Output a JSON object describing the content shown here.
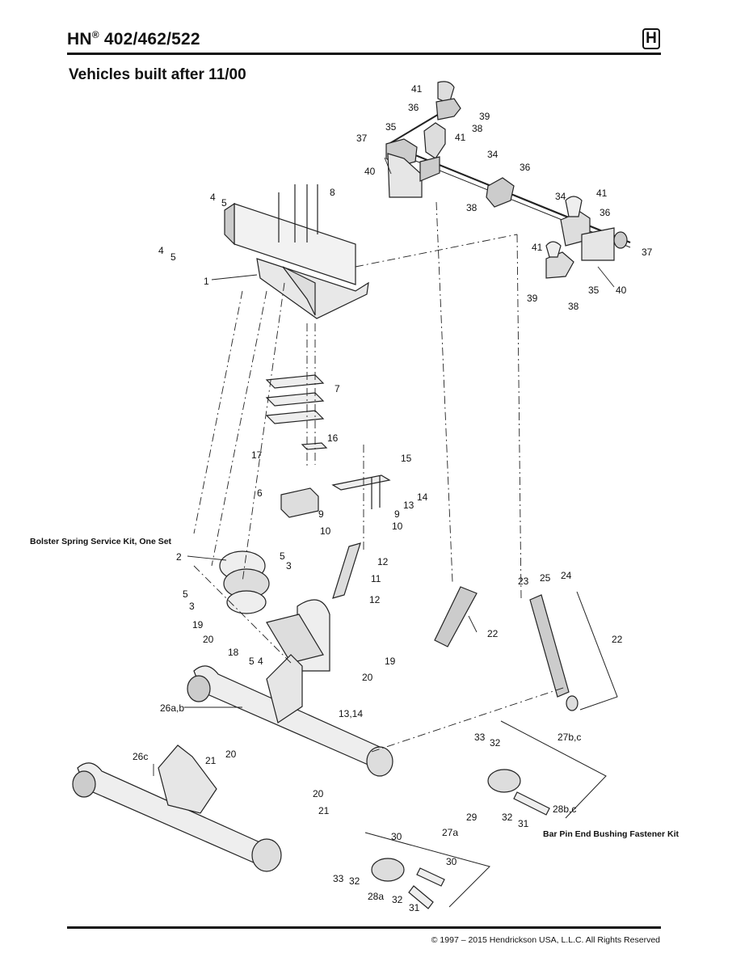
{
  "header": {
    "title": "HN",
    "title_sup": "®",
    "title_rest": " 402/462/522",
    "logo_letter": "H"
  },
  "subtitle": "Vehicles built after 11/00",
  "kits": {
    "bolster": "Bolster Spring Service Kit, One Set",
    "barpin": "Bar Pin End Bushing Fastener Kit"
  },
  "footer": {
    "copyright": "© 1997 – 2015 Hendrickson USA, L.L.C. All Rights Reserved"
  },
  "callouts": {
    "c41a": "41",
    "c36a": "36",
    "c39a": "39",
    "c38a": "38",
    "c35a": "35",
    "c41b": "41",
    "c37a": "37",
    "c34a": "34",
    "c40a": "40",
    "c36b": "36",
    "c34b": "34",
    "c41c": "41",
    "c38b": "38",
    "c36c": "36",
    "c37b": "37",
    "c41d": "41",
    "c39b": "39",
    "c38c": "38",
    "c35b": "35",
    "c40b": "40",
    "c4a": "4",
    "c5a": "5",
    "c8": "8",
    "c4b": "4",
    "c5b": "5",
    "c1": "1",
    "c7": "7",
    "c16": "16",
    "c17": "17",
    "c15": "15",
    "c6": "6",
    "c13a": "13",
    "c14a": "14",
    "c9a": "9",
    "c10a": "10",
    "c9b": "9",
    "c10b": "10",
    "c2": "2",
    "c5c": "5",
    "c3a": "3",
    "c12a": "12",
    "c11": "11",
    "c12b": "12",
    "c5d": "5",
    "c3b": "3",
    "c19a": "19",
    "c20a": "20",
    "c18": "18",
    "c5e": "5",
    "c4c": "4",
    "c20b": "20",
    "c19b": "19",
    "c23": "23",
    "c25": "25",
    "c24": "24",
    "c22a": "22",
    "c22b": "22",
    "c26ab": "26a,b",
    "c1314": "13,14",
    "c21a": "21",
    "c20c": "20",
    "c26c": "26c",
    "c33a": "33",
    "c32a": "32",
    "c27bc": "27b,c",
    "c20d": "20",
    "c21b": "21",
    "c29": "29",
    "c32b": "32",
    "c31a": "31",
    "c28bc": "28b,c",
    "c30a": "30",
    "c27a": "27a",
    "c30b": "30",
    "c33b": "33",
    "c32c": "32",
    "c28a": "28a",
    "c32d": "32",
    "c31b": "31"
  }
}
